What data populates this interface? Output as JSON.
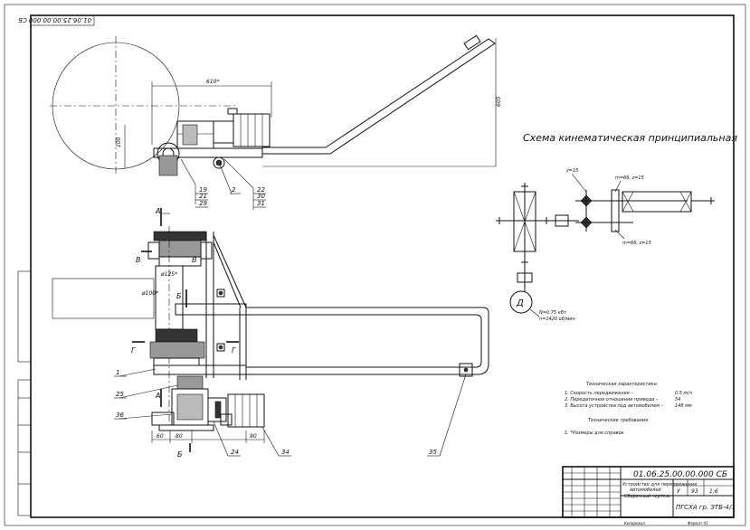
{
  "doc_code_rotated": "01.06.25.00.00.000 СБ",
  "kinematic_title": "Схема кинематическая принципиальная",
  "dims": {
    "d610": "610*",
    "d100": "100",
    "d605": "605",
    "d125": "ø125*",
    "d100b": "ø100*",
    "d60": "60",
    "d80": "80",
    "d90": "90"
  },
  "callouts": {
    "c19": "19",
    "c21": "21",
    "c29": "29",
    "c2": "2",
    "c22": "22",
    "c30": "30",
    "c31": "31",
    "c1": "1",
    "c25": "25",
    "c36": "36",
    "c24": "24",
    "c34": "34",
    "c35": "35"
  },
  "sections": {
    "A": "А",
    "B": "Б",
    "V": "В",
    "G": "Г"
  },
  "kin": {
    "z15": "z=15",
    "m66z15_top": "m=66, z=15",
    "m66z15_bot": "m=66, z=15",
    "motor": "Д",
    "motor_spec": "N=0.75 кВт",
    "motor_rpm": "n=1420 об/мин"
  },
  "tech": {
    "title": "Техническая характеристика",
    "items": [
      {
        "label": "1. Скорость передвижения –",
        "value": "0.5 m/ч"
      },
      {
        "label": "2. Передаточное отношение привода –",
        "value": "54"
      },
      {
        "label": "3. Высота устройства под автомобилем –",
        "value": "148 мм"
      }
    ],
    "req_title": "Технические требования",
    "req_items": [
      "1. *Размеры для справок"
    ]
  },
  "stamp": {
    "designation": "01.06.25.00.00.000 СБ",
    "name_line1": "Устройство для передвижения",
    "name_line2": "автомобилей",
    "name_line3": "Сборочный чертеж",
    "lit": "У",
    "mass": "93",
    "scale": "1:6",
    "org": "ПГСХА гр. ЗТБ-4/1",
    "bottom_left": "Копировал",
    "bottom_right": "Формат   А1"
  }
}
